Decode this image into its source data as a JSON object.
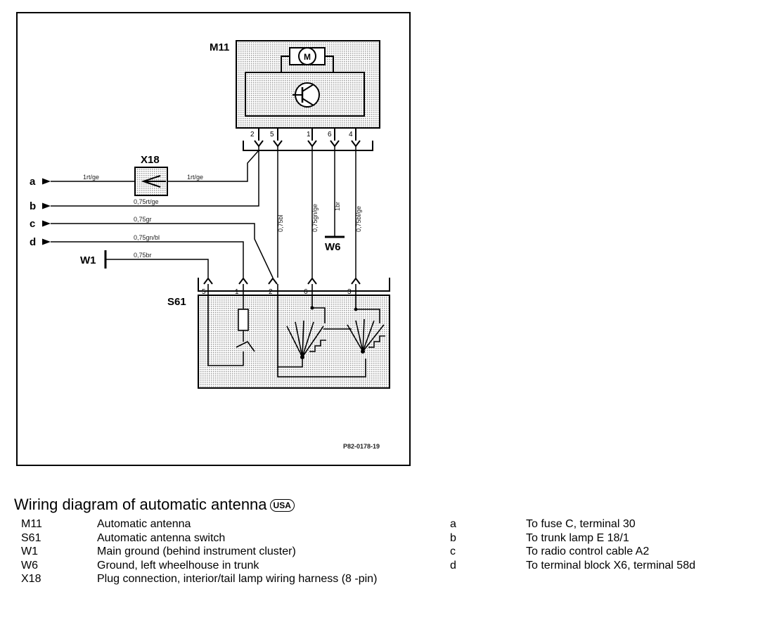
{
  "diagram": {
    "labels": {
      "m11": "M11",
      "x18": "X18",
      "s61": "S61",
      "w1": "W1",
      "w6": "W6",
      "a": "a",
      "b": "b",
      "c": "c",
      "d": "d",
      "figure_ref": "P82-0178-19"
    },
    "m11_pins": [
      "2",
      "5",
      "1",
      "6",
      "4"
    ],
    "s61_pins": [
      "5",
      "1",
      "2",
      "6",
      "3"
    ],
    "wires": {
      "a_left": "1rt/ge",
      "a_right": "1rt/ge",
      "b": "0,75rt/ge",
      "c": "0,75gr",
      "d": "0,75gn/bl",
      "w1": "0,75br",
      "v5": "0,75bl",
      "v1": "0,75gn/ge",
      "v6": "1br",
      "v4": "0,75bl/ge"
    }
  },
  "caption": {
    "title": "Wiring diagram of automatic antenna",
    "badge": "USA"
  },
  "legend_left": [
    {
      "code": "M11",
      "desc": "Automatic antenna"
    },
    {
      "code": "S61",
      "desc": "Automatic antenna switch"
    },
    {
      "code": "W1",
      "desc": "Main ground (behind instrument cluster)"
    },
    {
      "code": "W6",
      "desc": "Ground, left wheelhouse in trunk"
    },
    {
      "code": "X18",
      "desc": "Plug connection, interior/tail lamp wiring harness (8 -pin)"
    }
  ],
  "legend_right": [
    {
      "code": "a",
      "desc": "To fuse C, terminal 30"
    },
    {
      "code": "b",
      "desc": "To trunk lamp E 18/1"
    },
    {
      "code": "c",
      "desc": "To radio control cable A2"
    },
    {
      "code": "d",
      "desc": "To terminal block X6, terminal 58d"
    }
  ]
}
